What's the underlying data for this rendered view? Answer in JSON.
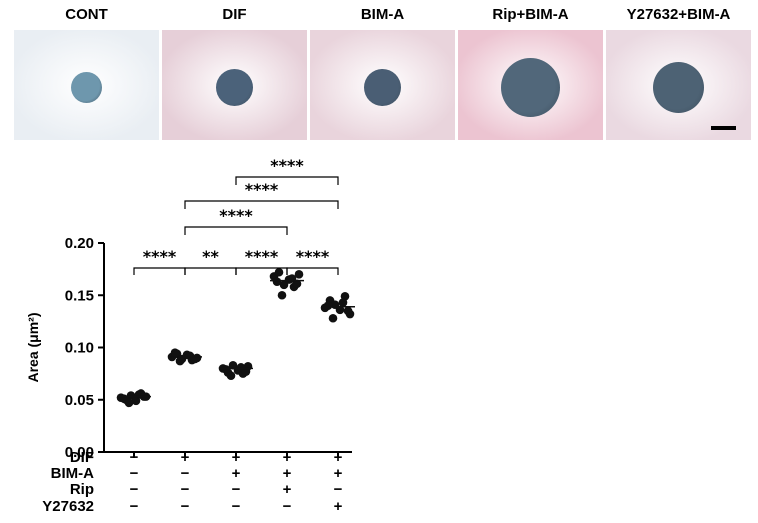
{
  "panels": [
    {
      "label": "CONT",
      "bg": "#e9eef3",
      "dot_color": "#6e97ad",
      "dot_size": 0.28
    },
    {
      "label": "DIF",
      "bg": "#e6cfd8",
      "dot_color": "#4b627a",
      "dot_size": 0.34
    },
    {
      "label": "BIM-A",
      "bg": "#e9d4dc",
      "dot_color": "#4a5e74",
      "dot_size": 0.34
    },
    {
      "label": "Rip+BIM-A",
      "bg": "#ecc4d1",
      "dot_color": "#51677a",
      "dot_size": 0.54
    },
    {
      "label": "Y27632+BIM-A",
      "bg": "#ead9e1",
      "dot_color": "#4d6274",
      "dot_size": 0.46
    }
  ],
  "chart_data": {
    "type": "scatter",
    "ylabel": "Area (μm²)",
    "ylim": [
      0,
      0.2
    ],
    "yticks": [
      "0.00",
      "0.05",
      "0.10",
      "0.15",
      "0.20"
    ],
    "groups": [
      {
        "values": [
          0.052,
          0.05,
          0.054,
          0.049,
          0.056,
          0.053,
          0.051,
          0.047,
          0.055,
          0.053
        ],
        "median": 0.053
      },
      {
        "values": [
          0.091,
          0.094,
          0.089,
          0.093,
          0.088,
          0.09,
          0.095,
          0.087,
          0.092,
          0.089
        ],
        "median": 0.091
      },
      {
        "values": [
          0.08,
          0.076,
          0.083,
          0.078,
          0.075,
          0.082,
          0.079,
          0.073,
          0.081,
          0.077
        ],
        "median": 0.08
      },
      {
        "values": [
          0.168,
          0.172,
          0.16,
          0.165,
          0.158,
          0.17,
          0.163,
          0.15,
          0.166,
          0.161
        ],
        "median": 0.164
      },
      {
        "values": [
          0.138,
          0.145,
          0.141,
          0.136,
          0.149,
          0.132,
          0.14,
          0.128,
          0.143,
          0.135
        ],
        "median": 0.139
      }
    ],
    "condition_rows": [
      {
        "label": "DIF",
        "signs": [
          "−",
          "+",
          "+",
          "+",
          "+"
        ]
      },
      {
        "label": "BIM-A",
        "signs": [
          "−",
          "−",
          "+",
          "+",
          "+"
        ]
      },
      {
        "label": "Rip",
        "signs": [
          "−",
          "−",
          "−",
          "+",
          "−"
        ]
      },
      {
        "label": "Y27632",
        "signs": [
          "−",
          "−",
          "−",
          "−",
          "+"
        ]
      }
    ],
    "comparisons": [
      {
        "from": 0,
        "to": 1,
        "level": 0,
        "stars": "****"
      },
      {
        "from": 1,
        "to": 2,
        "level": 0,
        "stars": "**"
      },
      {
        "from": 2,
        "to": 3,
        "level": 0,
        "stars": "****"
      },
      {
        "from": 3,
        "to": 4,
        "level": 0,
        "stars": "****"
      },
      {
        "from": 1,
        "to": 3,
        "level": 1,
        "stars": "****"
      },
      {
        "from": 1,
        "to": 4,
        "level": 2,
        "stars": "****"
      },
      {
        "from": 2,
        "to": 4,
        "level": 3,
        "stars": "****"
      }
    ]
  }
}
